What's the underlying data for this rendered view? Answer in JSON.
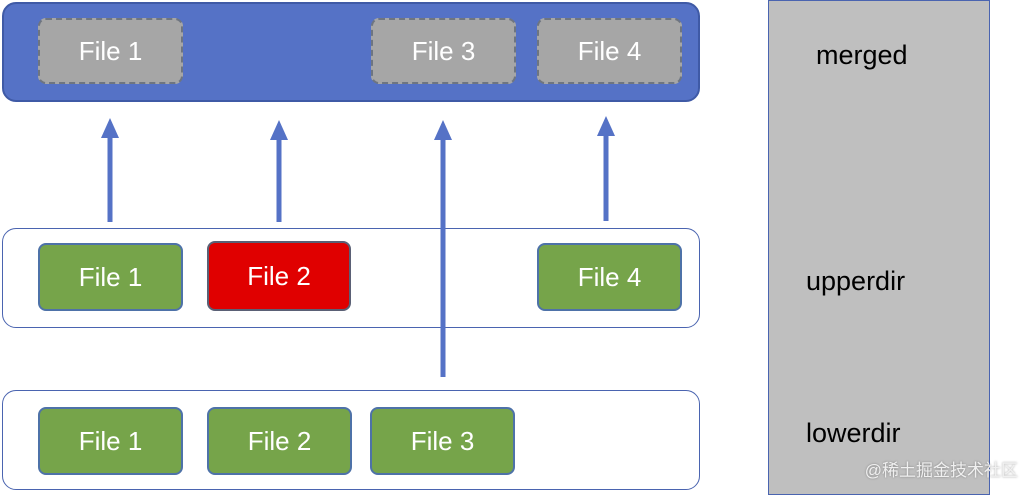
{
  "merged": {
    "files": [
      "File 1",
      "File 3",
      "File 4"
    ]
  },
  "upperdir": {
    "files": [
      "File 1",
      "File 2",
      "File 4"
    ]
  },
  "lowerdir": {
    "files": [
      "File 1",
      "File 2",
      "File 3"
    ]
  },
  "legend": {
    "merged": "merged",
    "upperdir": "upperdir",
    "lowerdir": "lowerdir"
  },
  "watermark": "@稀土掘金技术社区",
  "colors": {
    "merged_layer": "#5572c6",
    "ghost_file": "#a6a6a6",
    "file_green": "#76a44a",
    "file_red": "#e00000",
    "arrow": "#5572c6",
    "legend_panel": "#bfbfbf"
  }
}
